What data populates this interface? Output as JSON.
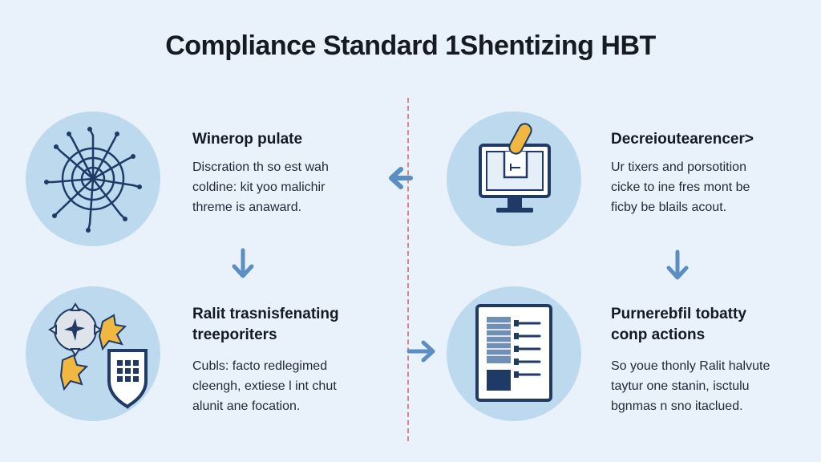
{
  "title": "Compliance Standard 1Shentizing HBT",
  "panels": [
    {
      "heading_lines": [
        "Winerop pulate"
      ],
      "body_lines": [
        "Discration th so est wah",
        "coldine: kit yoo malichir",
        "threme is anaward."
      ]
    },
    {
      "heading_lines": [
        "Decreioutearencer>"
      ],
      "body_lines": [
        "Ur tixers and porsotition",
        "cicke to ine fres mont be",
        "ficby be blails acout."
      ]
    },
    {
      "heading_lines": [
        "Ralit trasnisfenating",
        "treeporiters"
      ],
      "body_lines": [
        "Cubls: facto redlegimed",
        "cleengh, extiese l int chut",
        "alunit ane focation."
      ]
    },
    {
      "heading_lines": [
        "Purnerebfil tobatty",
        "conp actions"
      ],
      "body_lines": [
        "So youe thonly Ralit halvute",
        "taytur one stanin, isctulu",
        "bgnmas n sno itaclued."
      ]
    }
  ],
  "icons": {
    "panel1": "network-web-icon",
    "panel2": "computer-monitor-icon",
    "panel3": "gears-shield-icon",
    "panel4": "document-checklist-icon"
  },
  "colors": {
    "background": "#e9f2fa",
    "circle": "#bcd9ee",
    "arrow": "#5b8fc4",
    "divider": "#d9848f",
    "icon_stroke": "#1f3a66",
    "accent_yellow": "#f0b840"
  }
}
